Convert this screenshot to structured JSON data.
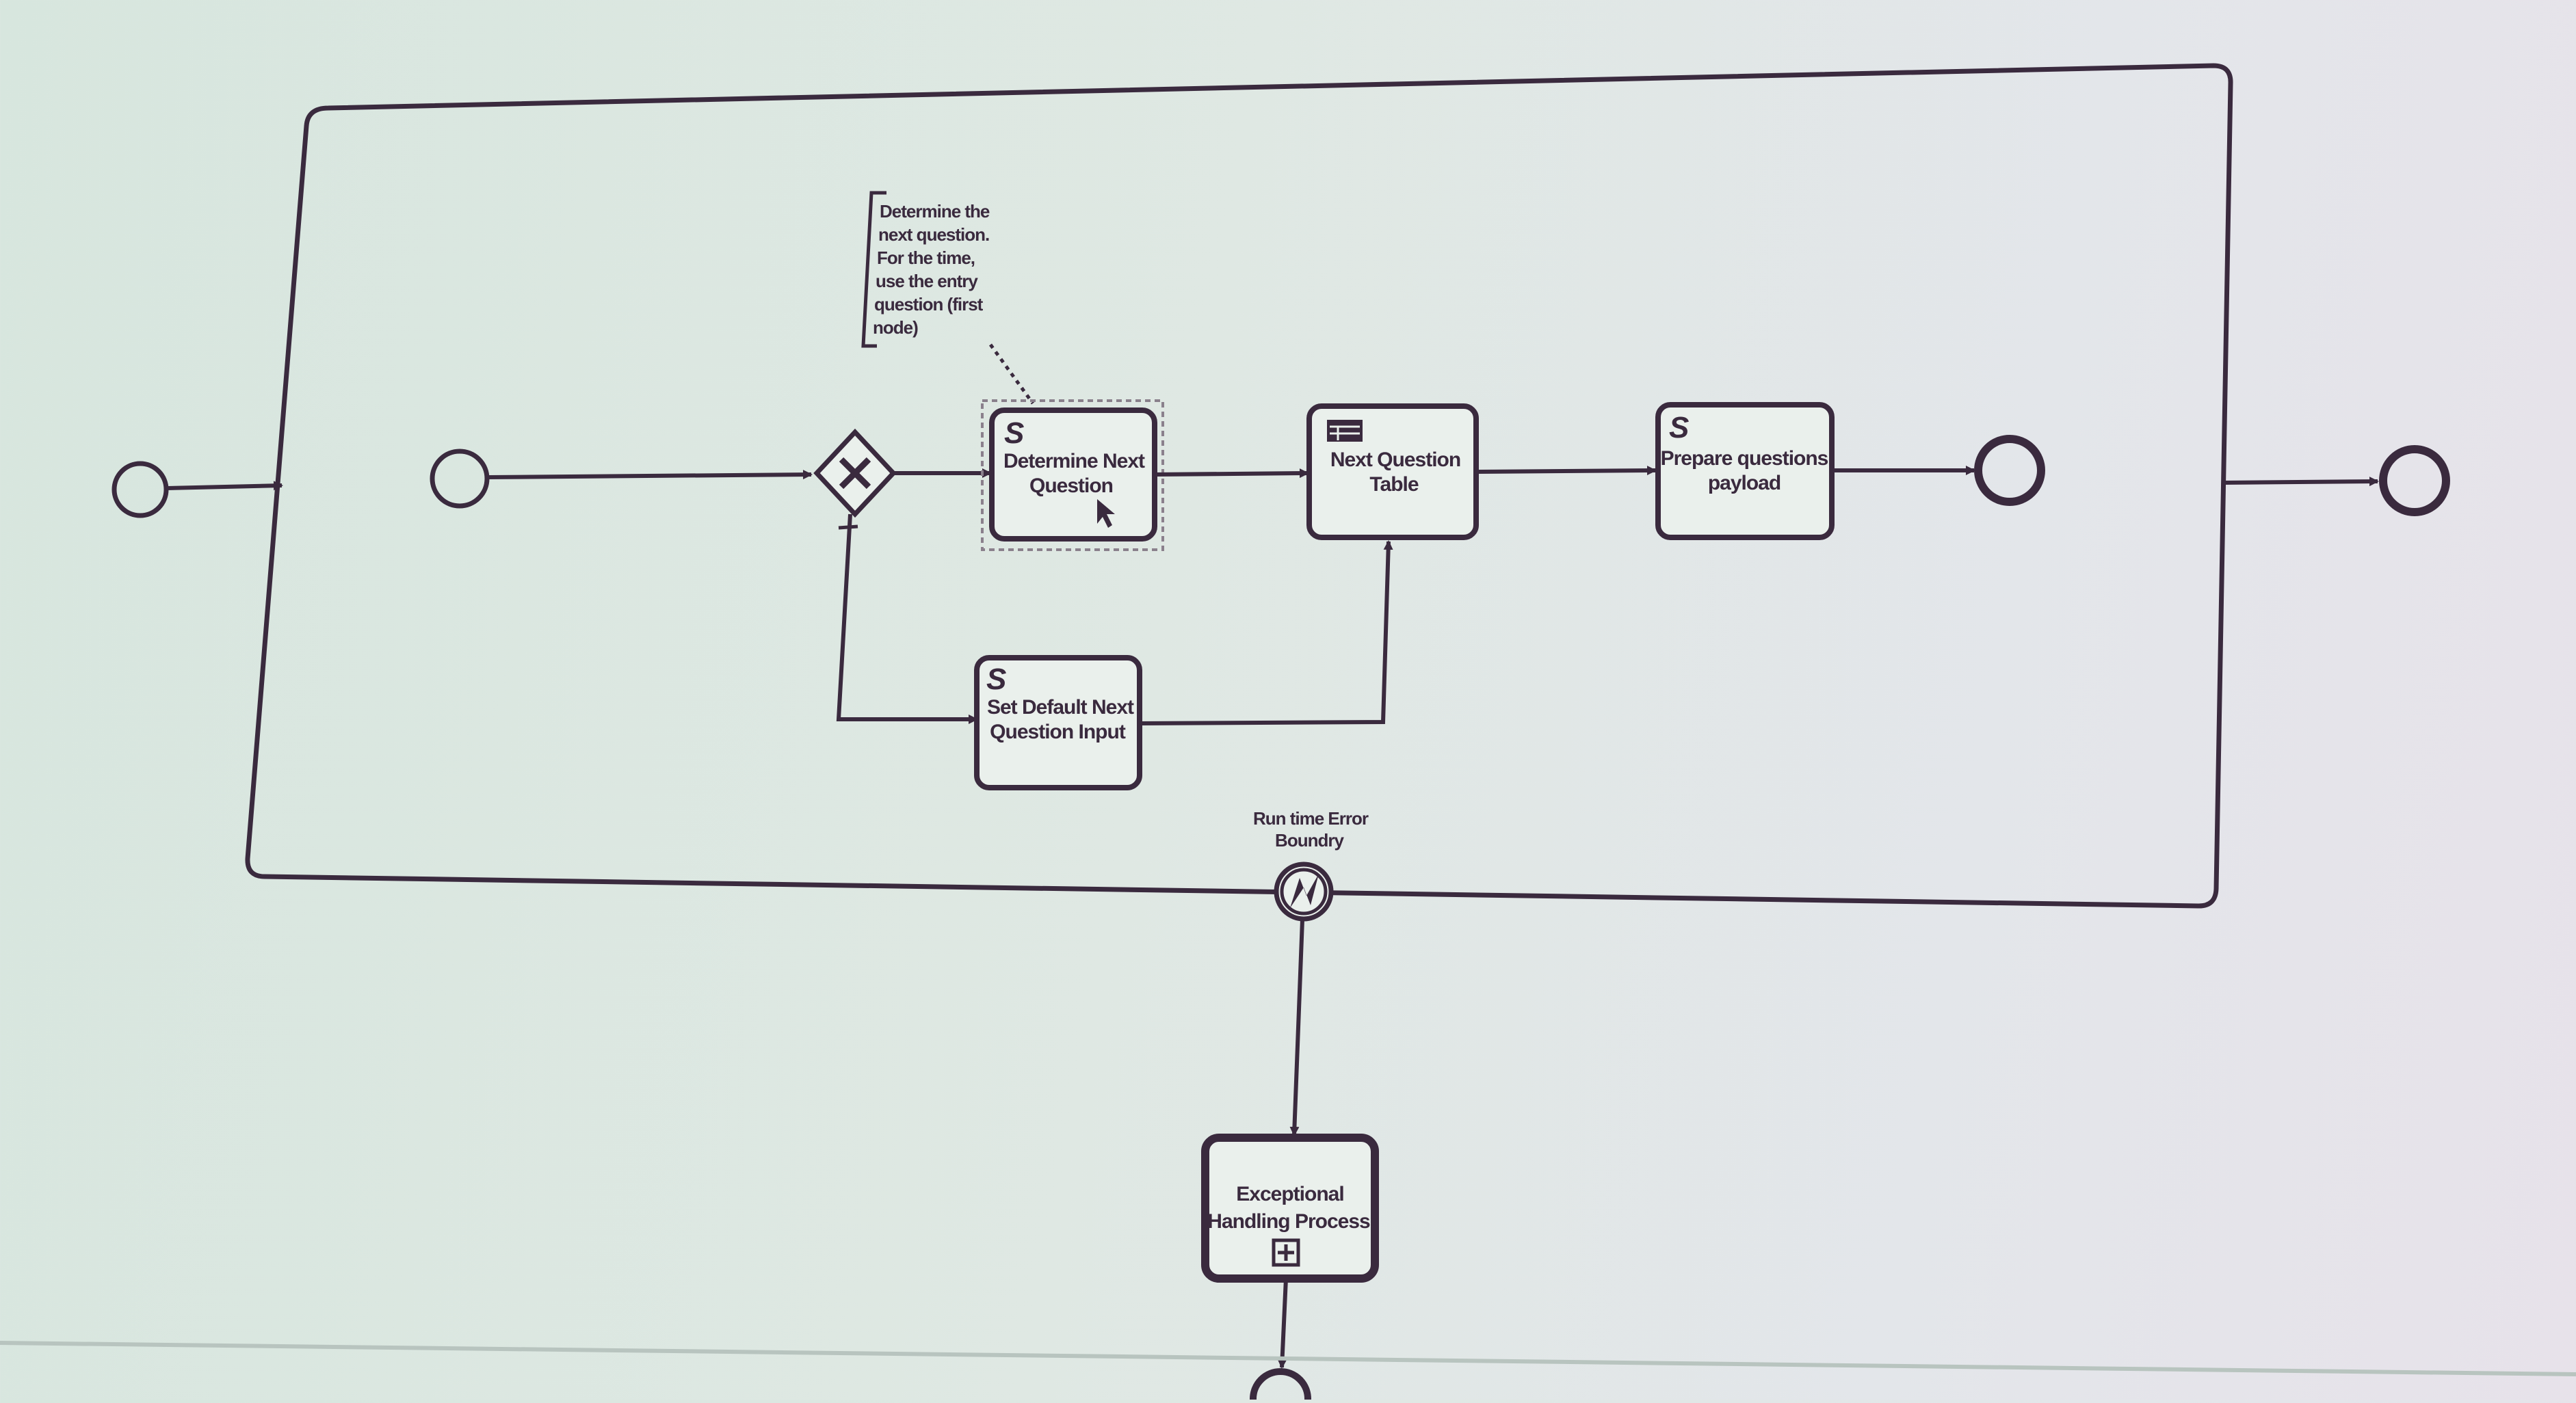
{
  "annotation": {
    "lines": [
      "Determine the",
      "next question.",
      "For the time,",
      "use the entry",
      "question (first",
      "node)"
    ]
  },
  "tasks": {
    "determine_next_question": {
      "lines": [
        "Determine Next",
        "Question"
      ],
      "icon": "script-icon"
    },
    "next_question_table": {
      "lines": [
        "Next Question",
        "Table"
      ],
      "icon": "business-rule-icon"
    },
    "prepare_questions_payload": {
      "lines": [
        "Prepare questions",
        "payload"
      ],
      "icon": "script-icon"
    },
    "set_default_next_question_input": {
      "lines": [
        "Set Default Next",
        "Question Input"
      ],
      "icon": "script-icon"
    },
    "exceptional_handling_process": {
      "lines": [
        "Exceptional",
        "Handling Process"
      ],
      "icon": "subprocess-plus-icon"
    }
  },
  "boundary_event": {
    "lines": [
      "Run time Error",
      "Boundry"
    ],
    "icon": "error-icon"
  },
  "gateway": {
    "icon": "exclusive-x-icon"
  },
  "colors": {
    "stroke": "#3a2a3e",
    "background": "#dfe8e3",
    "selection": "#8a808c"
  }
}
